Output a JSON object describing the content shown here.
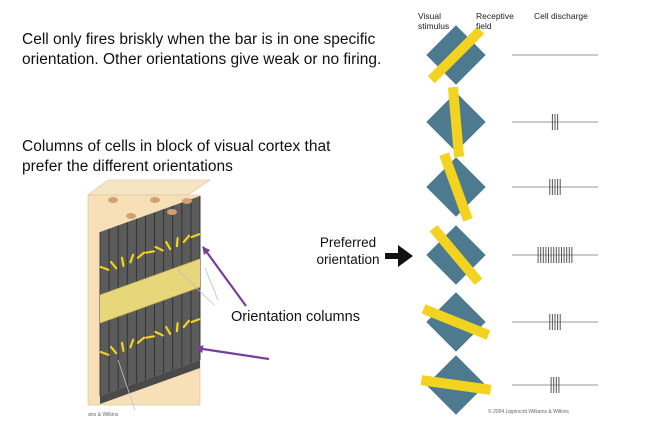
{
  "text": {
    "para1": "Cell only fires briskly when the bar is in one specific orientation.  Other orientations give weak or no firing.",
    "para2": "Columns of cells in block of visual cortex that prefer the different orientations",
    "header_visual_stimulus": "Visual stimulus",
    "header_receptive_field": "Receptive field",
    "header_cell_discharge": "Cell discharge",
    "preferred_orientation": "Preferred orientation",
    "orientation_columns": "Orientation columns",
    "credit_left": "ano & Wilkins",
    "credit_right": "© 2004 Lippincott Williams & Wilkins"
  },
  "colors": {
    "receptive_field": "#4e7a90",
    "stimulus_bar": "#f2d31f",
    "pointer_arrow": "#7a3d9a",
    "cortex_face": "#f7e0b8",
    "column_dark": "#5b5b5b",
    "column_stripe": "#e7d77a"
  },
  "stimuli": [
    {
      "bar_angle_deg": -45,
      "spikes": 0
    },
    {
      "bar_angle_deg": 85,
      "spikes": 3
    },
    {
      "bar_angle_deg": 70,
      "spikes": 5
    },
    {
      "bar_angle_deg": 50,
      "spikes": 14
    },
    {
      "bar_angle_deg": 22,
      "spikes": 5
    },
    {
      "bar_angle_deg": 8,
      "spikes": 4
    }
  ]
}
